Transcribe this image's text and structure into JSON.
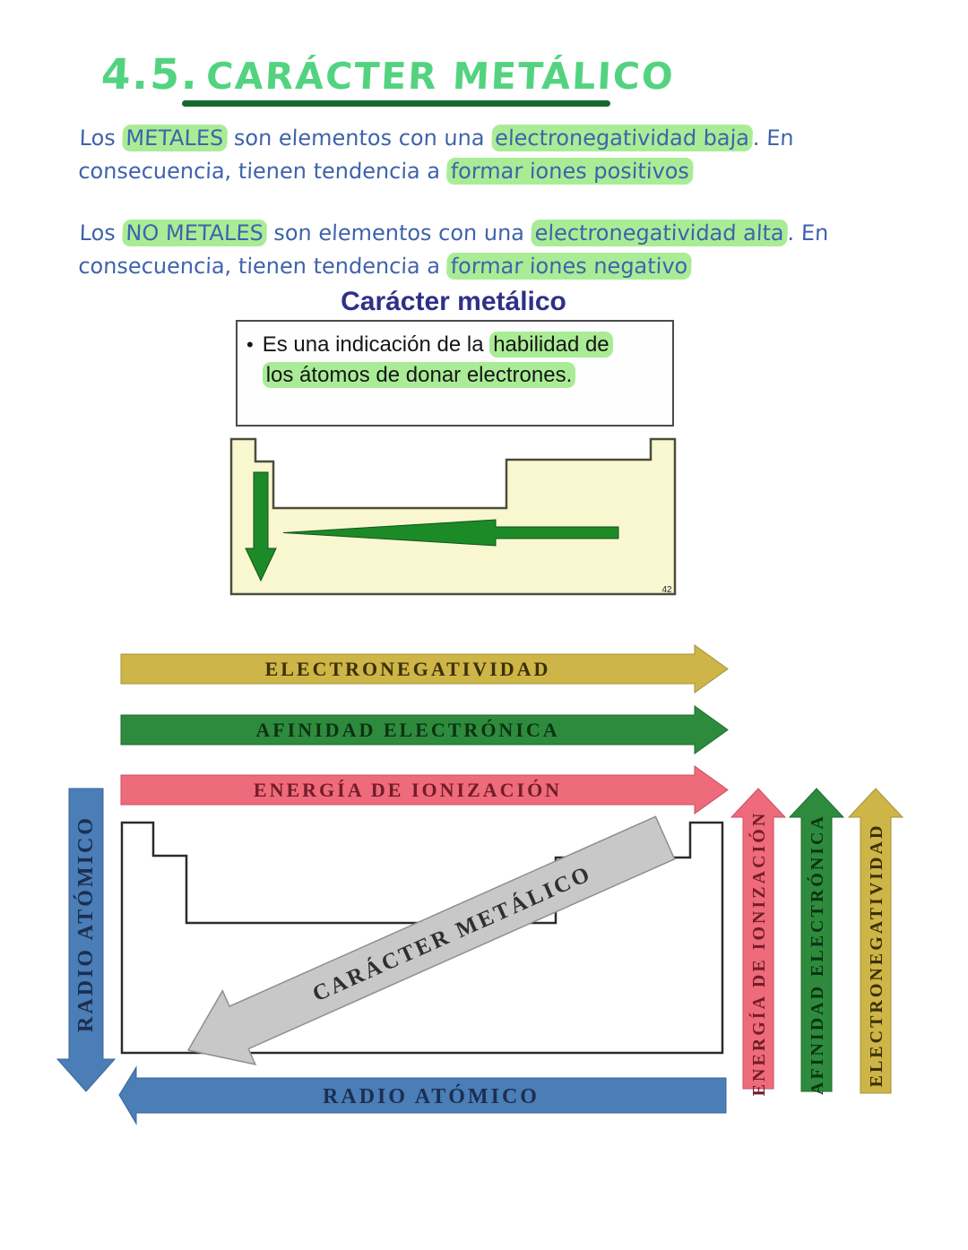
{
  "colors": {
    "title_green": "#53d380",
    "underline_green": "#166a31",
    "ink_blue": "#3f63ab",
    "highlight_green": "#aaec96",
    "slide_navy": "#2f3086",
    "slide_table_fill": "#f9f7d0",
    "slide_arrow_green": "#1d8a28"
  },
  "title": {
    "number": "4.5.",
    "text": "CARÁCTER METÁLICO"
  },
  "paragraphs": [
    {
      "lines": [
        [
          {
            "t": "Los ",
            "h": 0
          },
          {
            "t": "METALES",
            "h": 1
          },
          {
            "t": " son elementos con una ",
            "h": 0
          },
          {
            "t": "electronegatividad baja",
            "h": 1
          },
          {
            "t": ". En",
            "h": 0
          }
        ],
        [
          {
            "t": "consecuencia, tienen tendencia a ",
            "h": 0
          },
          {
            "t": "formar iones positivos",
            "h": 1
          }
        ]
      ]
    },
    {
      "lines": [
        [
          {
            "t": "Los ",
            "h": 0
          },
          {
            "t": "NO METALES",
            "h": 1
          },
          {
            "t": " son elementos con una ",
            "h": 0
          },
          {
            "t": "electronegatividad alta",
            "h": 1
          },
          {
            "t": ". En",
            "h": 0
          }
        ],
        [
          {
            "t": "consecuencia, tienen tendencia a ",
            "h": 0
          },
          {
            "t": "formar iones negativo",
            "h": 1
          }
        ]
      ]
    }
  ],
  "slide": {
    "title": "Carácter metálico",
    "bullet_dot": "•",
    "bullet": {
      "lines": [
        [
          {
            "t": "Es una indicación de la ",
            "h": 0
          },
          {
            "t": "habilidad de",
            "h": 1
          }
        ],
        [
          {
            "t": "los átomos de donar electrones.",
            "h": 1
          }
        ]
      ]
    },
    "page_number": "42"
  },
  "trends": {
    "top_arrows": [
      {
        "label": "ELECTRONEGATIVIDAD",
        "fill": "#cdb548",
        "text_color": "#3c3005"
      },
      {
        "label": "AFINIDAD ELECTRÓNICA",
        "fill": "#2e8b3d",
        "text_color": "#0a3312"
      },
      {
        "label": "ENERGÍA DE IONIZACIÓN",
        "fill": "#ee6b7b",
        "text_color": "#731c29"
      }
    ],
    "left_arrow": {
      "label": "RADIO ATÓMICO",
      "fill": "#4b7db6",
      "text_color": "#1b2f52"
    },
    "bottom_arrow": {
      "label": "RADIO ATÓMICO",
      "fill": "#4b7db6",
      "text_color": "#1b2f52"
    },
    "diagonal_arrow": {
      "label": "CARÁCTER METÁLICO",
      "fill": "#c8c8c8",
      "text_color": "#2f2f2f"
    },
    "right_arrows": [
      {
        "label": "ENERGÍA DE IONIZACIÓN",
        "fill": "#ee6b7b",
        "text_color": "#731c29"
      },
      {
        "label": "AFINIDAD ELECTRÓNICA",
        "fill": "#2e8b3d",
        "text_color": "#0a3312"
      },
      {
        "label": "ELECTRONEGATIVIDAD",
        "fill": "#cdb548",
        "text_color": "#3c3005"
      }
    ]
  }
}
